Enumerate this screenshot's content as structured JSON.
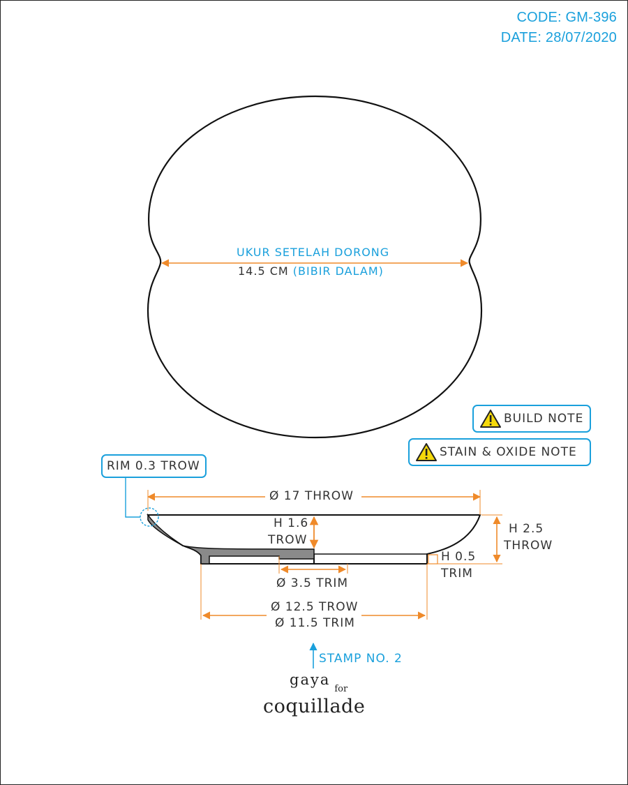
{
  "header": {
    "code": "CODE: GM-396",
    "date": "DATE: 28/07/2020"
  },
  "top_view": {
    "measure_note": "UKUR SETELAH DORONG",
    "diameter_value": "14.5 CM",
    "diameter_note": "(BIBIR DALAM)"
  },
  "notes": {
    "build": "BUILD NOTE",
    "stain": "STAIN & OXIDE NOTE"
  },
  "rim_label": "RIM 0.3 TROW",
  "dimensions": {
    "outer_diameter": "Ø 17 THROW",
    "inner_height_line1": "H 1.6",
    "inner_height_line2": "TROW",
    "total_height_line1": "H 2.5",
    "total_height_line2": "THROW",
    "foot_height_line1": "H 0.5",
    "foot_height_line2": "TRIM",
    "stamp_ring": "Ø 3.5 TRIM",
    "foot_diameter_throw": "Ø 12.5 TROW",
    "foot_diameter_trim": "Ø 11.5 TRIM"
  },
  "stamp": "STAMP NO. 2",
  "logo": {
    "line1": "gaya",
    "for": "for",
    "line2": "coquillade"
  },
  "colors": {
    "accent": "#1aa0dc",
    "dimension": "#ef8a2a",
    "outline": "#111111",
    "section": "#8a8a8a"
  }
}
